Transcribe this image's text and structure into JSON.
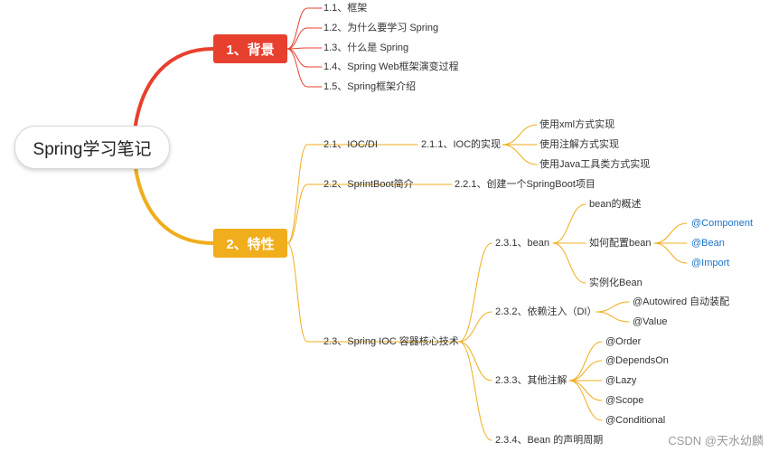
{
  "title": "Spring学习笔记",
  "colors": {
    "red": "#e8402f",
    "orange": "#f0ad1c",
    "blue": "#1a73c9"
  },
  "nodes": {
    "n1": "1、背景",
    "n1_1": "1.1、框架",
    "n1_2": "1.2、为什么要学习 Spring",
    "n1_3": "1.3、什么是 Spring",
    "n1_4": "1.4、Spring Web框架演变过程",
    "n1_5": "1.5、Spring框架介绍",
    "n2": "2、特性",
    "n2_1": "2.1、IOC/DI",
    "n2_1_1": "2.1.1、IOC的实现",
    "xml": "使用xml方式实现",
    "anno": "使用注解方式实现",
    "java": "使用Java工具类方式实现",
    "n2_2": "2.2、SprintBoot简介",
    "n2_2_1": "2.2.1、创建一个SpringBoot项目",
    "n2_3": "2.3、Spring IOC 容器核心技术",
    "n2_3_1": "2.3.1、bean",
    "bean_gs": "bean的概述",
    "bean_pz": "如何配置bean",
    "component": "@Component",
    "beananno": "@Bean",
    "import": "@Import",
    "slh": "实例化Bean",
    "n2_3_2": "2.3.2、依赖注入（DI）",
    "autowired": "@Autowired 自动装配",
    "value": "@Value",
    "n2_3_3": "2.3.3、其他注解",
    "order": "@Order",
    "dependson": "@DependsOn",
    "lazy": "@Lazy",
    "scope": "@Scope",
    "conditional": "@Conditional",
    "n2_3_4": "2.3.4、Bean 的声明周期"
  },
  "watermark": "CSDN @天水幼麟"
}
